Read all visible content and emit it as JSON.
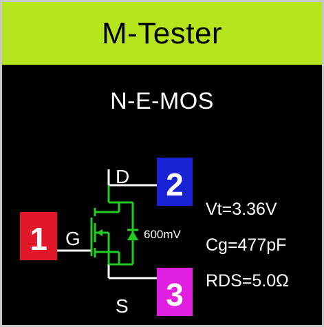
{
  "header": {
    "title": "M-Tester"
  },
  "component": {
    "type": "N-E-MOS"
  },
  "pins": {
    "gate": {
      "number": "1",
      "label": "G",
      "color": "#e0182a"
    },
    "drain": {
      "number": "2",
      "label": "D",
      "color": "#1a22d6"
    },
    "source": {
      "number": "3",
      "label": "S",
      "color": "#e01fe0"
    }
  },
  "diode": {
    "voltage": "600mV"
  },
  "measurements": {
    "vt": "Vt=3.36V",
    "cg": "Cg=477pF",
    "rds": "RDS=5.0Ω"
  },
  "colors": {
    "header": "#b5e61d",
    "symbol": "#22cc22",
    "lead": "#ffffff"
  }
}
